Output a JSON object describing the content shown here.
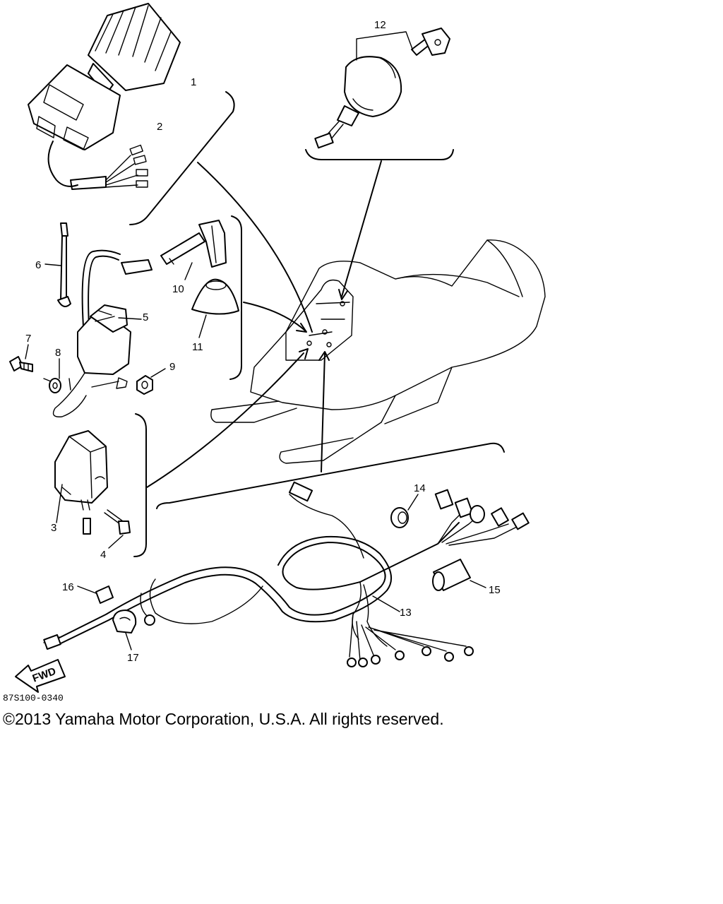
{
  "parts": [
    {
      "number": "1"
    },
    {
      "number": "2"
    },
    {
      "number": "3"
    },
    {
      "number": "4"
    },
    {
      "number": "5"
    },
    {
      "number": "6"
    },
    {
      "number": "7"
    },
    {
      "number": "8"
    },
    {
      "number": "9"
    },
    {
      "number": "10"
    },
    {
      "number": "11"
    },
    {
      "number": "12"
    },
    {
      "number": "13"
    },
    {
      "number": "14"
    },
    {
      "number": "15"
    },
    {
      "number": "16"
    },
    {
      "number": "17"
    }
  ],
  "direction_arrow": {
    "label": "FWD"
  },
  "catalog_number": "87S100-0340",
  "copyright": "©2013 Yamaha Motor Corporation, U.S.A. All rights reserved."
}
